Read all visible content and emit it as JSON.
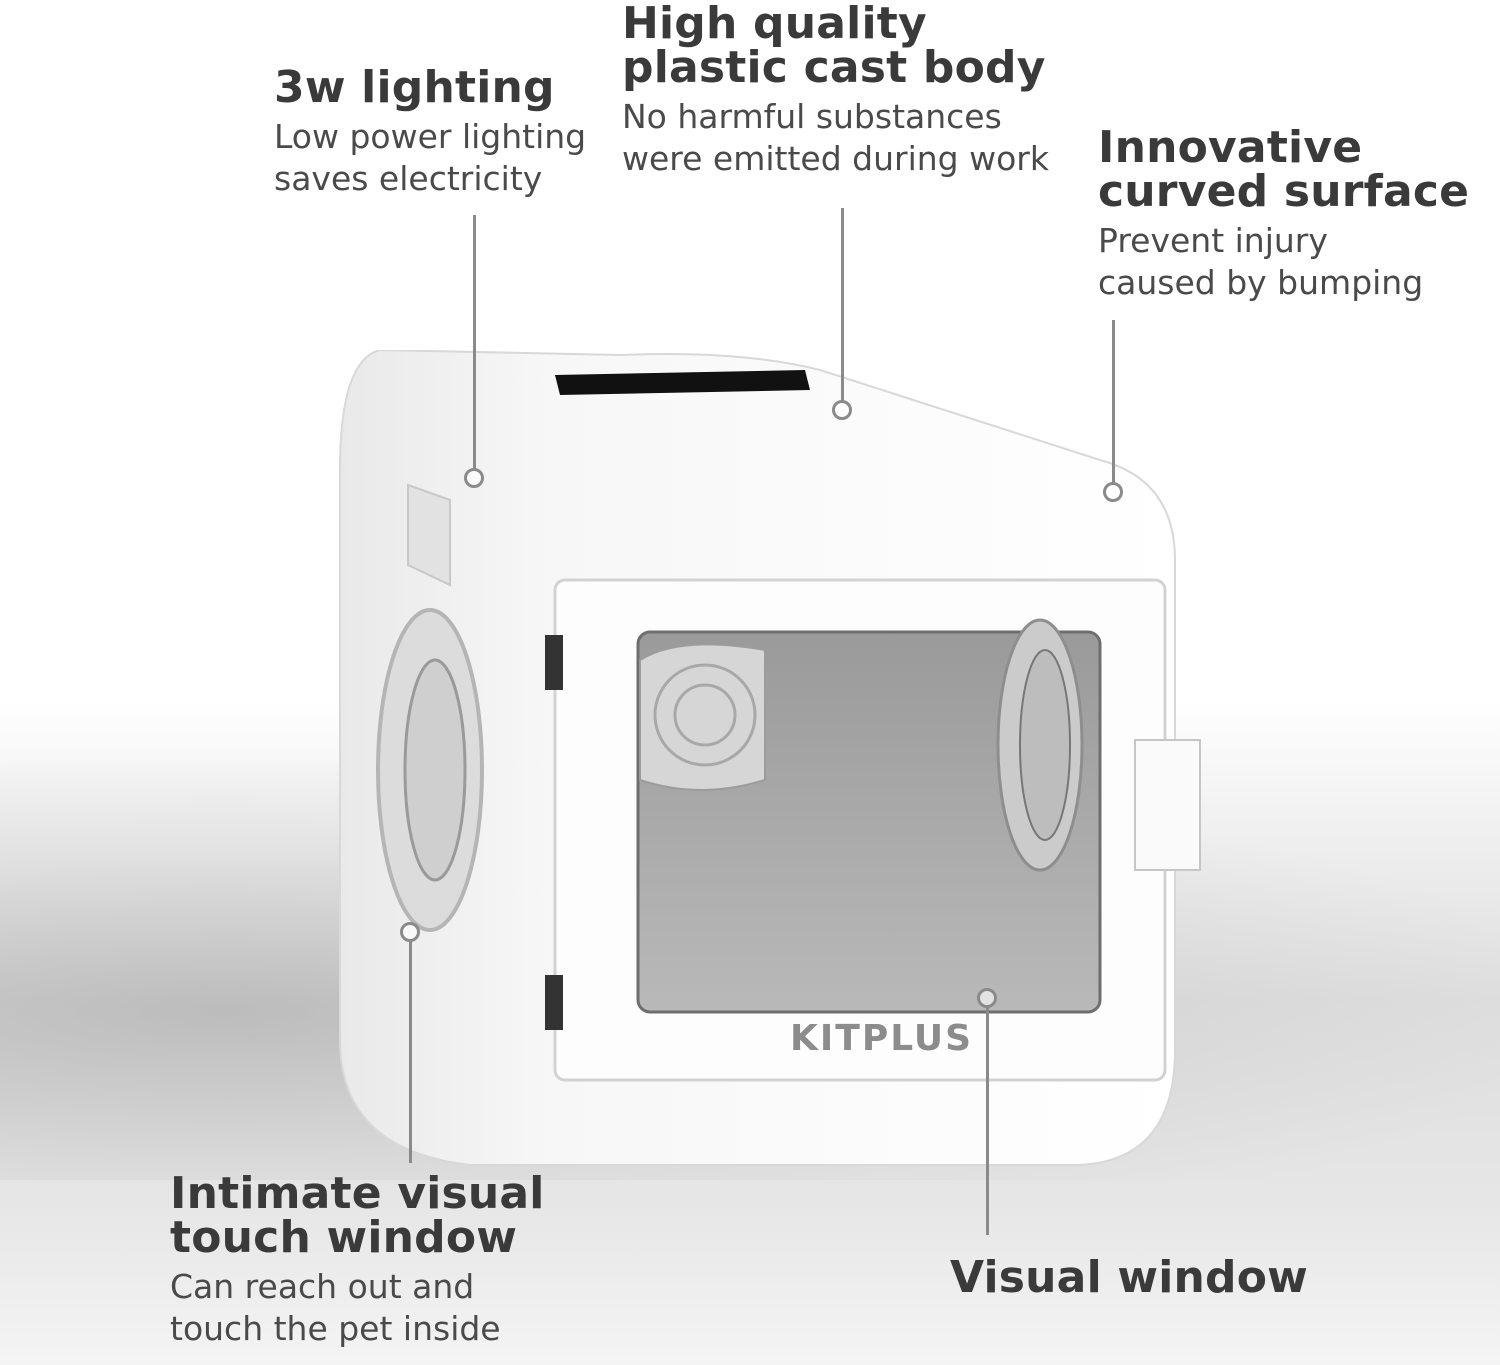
{
  "product": {
    "brand": "KITPLUS"
  },
  "callouts": {
    "lighting": {
      "title": "3w lighting",
      "desc_line1": "Low power lighting",
      "desc_line2": "saves electricity"
    },
    "body": {
      "title_line1": "High quality",
      "title_line2": "plastic cast body",
      "desc_line1": "No harmful substances",
      "desc_line2": "were emitted during work"
    },
    "curved": {
      "title_line1": "Innovative",
      "title_line2": "curved surface",
      "desc_line1": "Prevent injury",
      "desc_line2": "caused by bumping"
    },
    "touch": {
      "title_line1": "Intimate visual",
      "title_line2": "touch window",
      "desc_line1": "Can reach out and",
      "desc_line2": "touch the pet inside"
    },
    "visual": {
      "title": "Visual window"
    }
  }
}
